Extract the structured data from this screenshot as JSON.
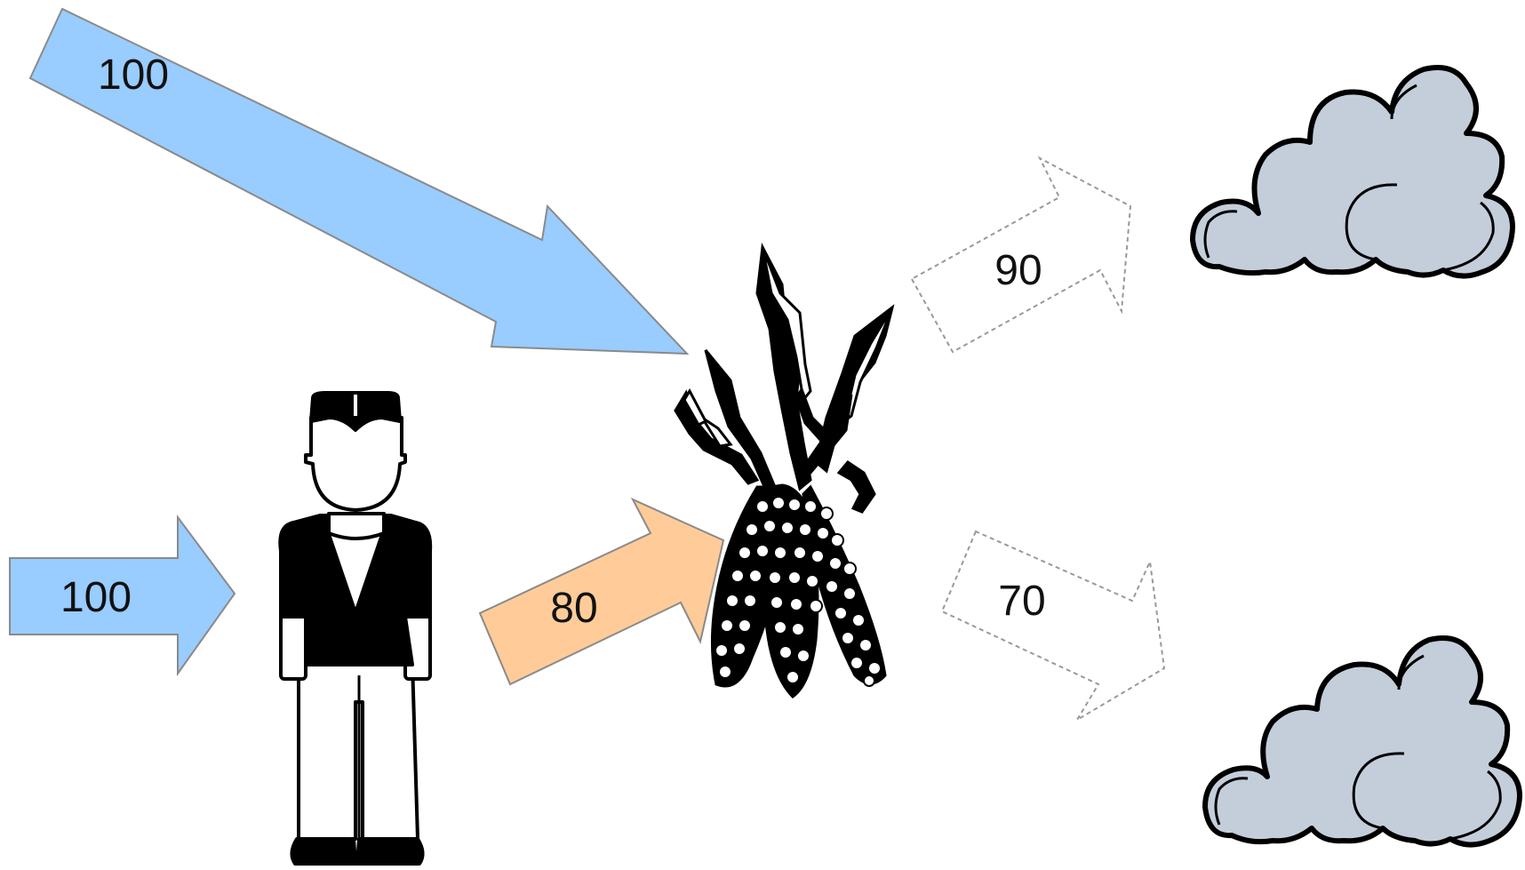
{
  "colors": {
    "blue_arrow": "#99ccff",
    "orange_arrow": "#ffcc99",
    "white_arrow": "#ffffff",
    "cloud_fill": "#c4ceda",
    "outline": "#000000",
    "arrow_stroke": "#888888"
  },
  "arrows": {
    "sun_to_corn": {
      "label": "100",
      "fill": "#99ccff",
      "style": "solid"
    },
    "input_to_person": {
      "label": "100",
      "fill": "#99ccff",
      "style": "solid"
    },
    "person_to_corn": {
      "label": "80",
      "fill": "#ffcc99",
      "style": "solid"
    },
    "corn_to_upper_cloud": {
      "label": "90",
      "fill": "#ffffff",
      "style": "dashed"
    },
    "corn_to_lower_cloud": {
      "label": "70",
      "fill": "#ffffff",
      "style": "dashed"
    }
  },
  "icons": {
    "person": "person-icon",
    "corn": "corn-icon",
    "upper_cloud": "cloud-icon",
    "lower_cloud": "cloud-icon"
  }
}
